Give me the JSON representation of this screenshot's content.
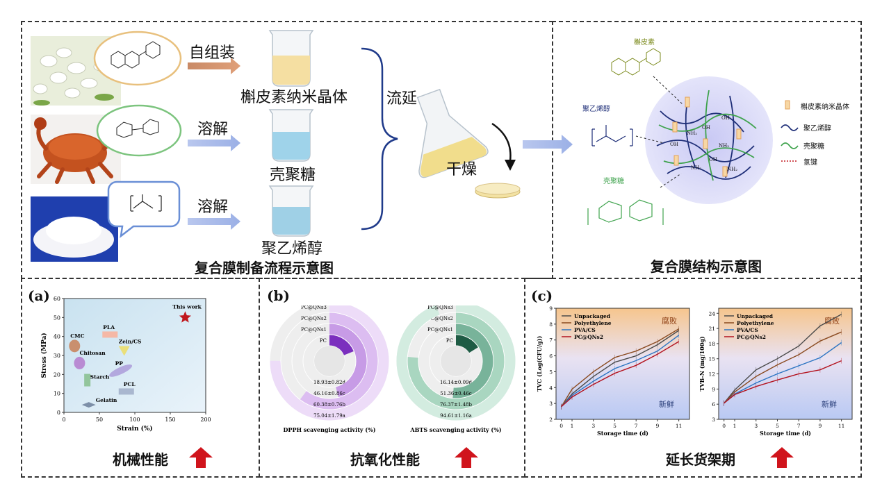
{
  "top": {
    "step_self_assembly": "自组装",
    "step_dissolve_1": "溶解",
    "step_dissolve_2": "溶解",
    "beaker_quercetin": "槲皮素纳米晶体",
    "beaker_chitosan": "壳聚糖",
    "beaker_pva": "聚乙烯醇",
    "casting": "流延",
    "drying": "干燥",
    "process_caption": "复合膜制备流程示意图",
    "structure_caption": "复合膜结构示意图",
    "structure": {
      "label_quercetin": "槲皮素",
      "label_pva": "聚乙烯醇",
      "label_chitosan": "壳聚糖",
      "legend": [
        "槲皮素纳米晶体",
        "聚乙烯醇",
        "壳聚糖",
        "氢键"
      ],
      "groups": [
        "OH",
        "NH2"
      ]
    }
  },
  "panels": {
    "a": {
      "tag": "(a)",
      "caption": "机械性能"
    },
    "b": {
      "tag": "(b)",
      "caption": "抗氧化性能"
    },
    "c": {
      "tag": "(c)",
      "caption": "延长货架期"
    }
  },
  "chart_data": [
    {
      "type": "scatter",
      "xlabel": "Strain (%)",
      "ylabel": "Stress (MPa)",
      "xlim": [
        0,
        200
      ],
      "ylim": [
        0,
        60
      ],
      "xticks": [
        0,
        50,
        100,
        150,
        200
      ],
      "yticks": [
        0,
        10,
        20,
        30,
        40,
        50,
        60
      ],
      "points": [
        {
          "name": "This work",
          "x": 171,
          "y": 50,
          "shape": "star",
          "color": "#c0171d"
        },
        {
          "name": "PLA",
          "x": 65,
          "y": 41,
          "shape": "rect",
          "color": "#f5b8a6"
        },
        {
          "name": "CMC",
          "x": 15,
          "y": 35,
          "shape": "ellipse",
          "color": "#c98f6e"
        },
        {
          "name": "Zein/CS",
          "x": 85,
          "y": 32,
          "shape": "triangle",
          "color": "#eadf79"
        },
        {
          "name": "Chitosan",
          "x": 22,
          "y": 26,
          "shape": "ellipse",
          "color": "#b98bd3"
        },
        {
          "name": "PP",
          "x": 80,
          "y": 22,
          "shape": "ellipse",
          "color": "#b3a8de"
        },
        {
          "name": "Starch",
          "x": 33,
          "y": 17,
          "shape": "rect",
          "color": "#92c59c"
        },
        {
          "name": "PCL",
          "x": 88,
          "y": 11,
          "shape": "rect",
          "color": "#a9b7cf"
        },
        {
          "name": "Gelatin",
          "x": 35,
          "y": 4,
          "shape": "diamond",
          "color": "#7d8fa8"
        }
      ]
    },
    {
      "type": "radial-bar",
      "xlabel": "DPPH scavenging activity (%)",
      "series": [
        {
          "name": "PC",
          "label": "18.93±0.82d",
          "value": 18.93
        },
        {
          "name": "PC@QNs1",
          "label": "46.16±0.86c",
          "value": 46.16
        },
        {
          "name": "PC@QNs2",
          "label": "60.38±0.76b",
          "value": 60.38
        },
        {
          "name": "PC@QNs3",
          "label": "75.04±1.79a",
          "value": 75.04
        }
      ],
      "colors": [
        "#7b2fbe",
        "#c79be6",
        "#dcbdf1",
        "#eddcf8"
      ]
    },
    {
      "type": "radial-bar",
      "xlabel": "ABTS scavenging activity (%)",
      "series": [
        {
          "name": "PC",
          "label": "16.14±0.09d",
          "value": 16.14
        },
        {
          "name": "PC@QNs1",
          "label": "51.36±0.46c",
          "value": 51.36
        },
        {
          "name": "PC@QNs2",
          "label": "76.37±1.48b",
          "value": 76.37
        },
        {
          "name": "PC@QNs3",
          "label": "94.61±1.16a",
          "value": 94.61
        }
      ],
      "colors": [
        "#1e5b44",
        "#78b39a",
        "#a9d6c0",
        "#d3ece0"
      ]
    },
    {
      "type": "line",
      "xlabel": "Storage time (d)",
      "ylabel": "TVC (Log(CFU/g))",
      "xlim": [
        -0.5,
        12
      ],
      "ylim": [
        2,
        9
      ],
      "xticks": [
        0,
        1,
        3,
        5,
        7,
        9,
        11
      ],
      "yticks": [
        2,
        3,
        4,
        5,
        6,
        7,
        8,
        9
      ],
      "zone_top": "腐败",
      "zone_bottom": "新鲜",
      "x": [
        0,
        1,
        3,
        5,
        7,
        9,
        11
      ],
      "series": [
        {
          "name": "Unpackaged",
          "color": "#4a4a4a",
          "values": [
            2.8,
            3.6,
            4.7,
            5.6,
            6.0,
            6.7,
            7.6
          ]
        },
        {
          "name": "Polyethylene",
          "color": "#8a4a1f",
          "values": [
            2.8,
            3.9,
            5.0,
            5.9,
            6.3,
            6.9,
            7.7
          ]
        },
        {
          "name": "PVA/CS",
          "color": "#2b74c2",
          "values": [
            2.8,
            3.5,
            4.4,
            5.2,
            5.7,
            6.3,
            7.3
          ]
        },
        {
          "name": "PC@QNs2",
          "color": "#b3121e",
          "values": [
            2.8,
            3.4,
            4.2,
            4.9,
            5.4,
            6.1,
            6.9
          ]
        }
      ]
    },
    {
      "type": "line",
      "xlabel": "Storage time (d)",
      "ylabel": "TVB-N (mg/100g)",
      "xlim": [
        -0.5,
        12
      ],
      "ylim": [
        3,
        25
      ],
      "xticks": [
        0,
        1,
        3,
        5,
        7,
        9,
        11
      ],
      "yticks": [
        3,
        6,
        9,
        12,
        15,
        18,
        21,
        24
      ],
      "zone_top": "腐败",
      "zone_bottom": "新鲜",
      "x": [
        0,
        1,
        3,
        5,
        7,
        9,
        11
      ],
      "series": [
        {
          "name": "Unpackaged",
          "color": "#4a4a4a",
          "values": [
            6.2,
            8.8,
            12.8,
            15.0,
            17.5,
            21.5,
            23.8
          ]
        },
        {
          "name": "Polyethylene",
          "color": "#8a4a1f",
          "values": [
            6.2,
            8.4,
            11.5,
            13.8,
            15.8,
            18.5,
            20.3
          ]
        },
        {
          "name": "PVA/CS",
          "color": "#2b74c2",
          "values": [
            6.2,
            8.0,
            10.2,
            12.0,
            13.6,
            15.2,
            18.2
          ]
        },
        {
          "name": "PC@QNs2",
          "color": "#b3121e",
          "values": [
            6.2,
            7.9,
            9.5,
            10.8,
            12.0,
            12.8,
            14.6
          ]
        }
      ]
    }
  ]
}
